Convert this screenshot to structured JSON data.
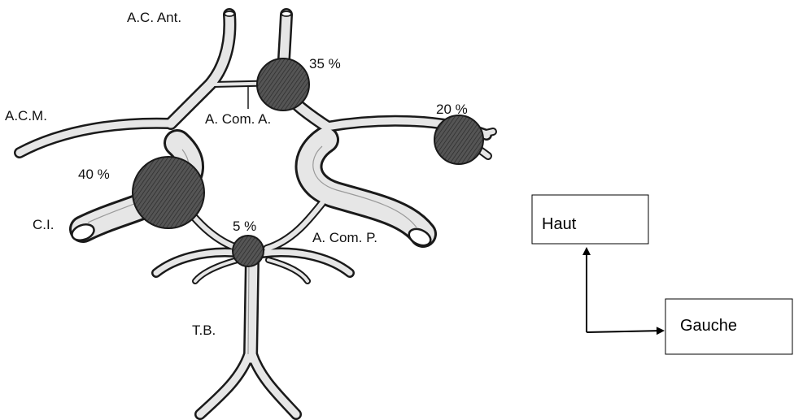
{
  "labels": {
    "aca": "A.C. Ant.",
    "acm": "A.C.M.",
    "acoma": "A. Com. A.",
    "ci": "C.I.",
    "acomp": "A. Com. P.",
    "tb": "T.B."
  },
  "percentages": {
    "acoma": "35 %",
    "acm": "20 %",
    "ci": "40 %",
    "tb": "5 %"
  },
  "orientation": {
    "up": "Haut",
    "left": "Gauche"
  },
  "colors": {
    "vessel_fill": "#e6e6e6",
    "vessel_outline": "#1a1a1a",
    "aneurysm": "#555555",
    "arrow": "#000000"
  }
}
